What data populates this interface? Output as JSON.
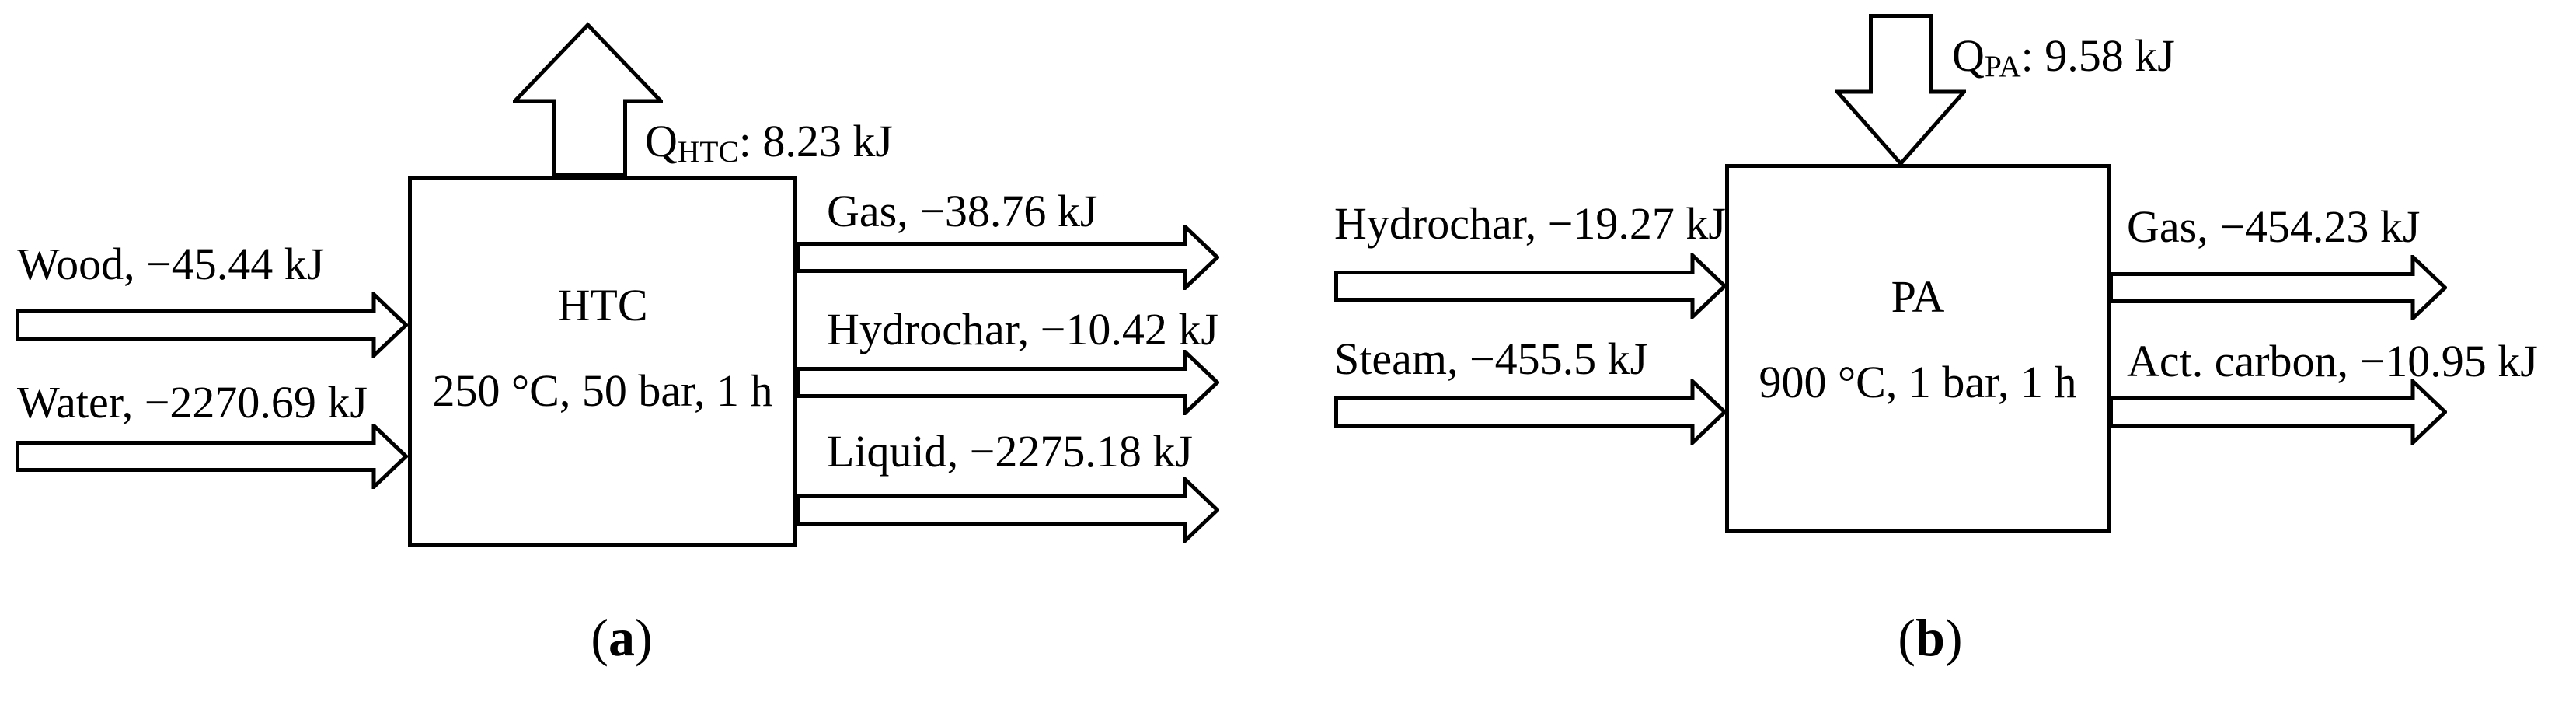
{
  "figure": {
    "type": "process-energy-balance-diagram",
    "background_color": "#ffffff",
    "ink_color": "#000000"
  },
  "diagrams": [
    {
      "id": "a",
      "caption": {
        "open": "(",
        "letter": "a",
        "close": ")"
      },
      "box": {
        "title": "HTC",
        "conditions": "250 °C, 50 bar, 1 h"
      },
      "heat": {
        "direction": "up",
        "symbol": "Q",
        "subscript": "HTC",
        "amount": ": 8.23 kJ"
      },
      "inputs": [
        {
          "label": "Wood, −45.44 kJ"
        },
        {
          "label": "Water, −2270.69 kJ"
        }
      ],
      "outputs": [
        {
          "label": "Gas, −38.76 kJ"
        },
        {
          "label": "Hydrochar, −10.42 kJ"
        },
        {
          "label": "Liquid, −2275.18 kJ"
        }
      ]
    },
    {
      "id": "b",
      "caption": {
        "open": "(",
        "letter": "b",
        "close": ")"
      },
      "box": {
        "title": "PA",
        "conditions": "900 °C, 1  bar, 1 h"
      },
      "heat": {
        "direction": "down",
        "symbol": "Q",
        "subscript": "PA",
        "amount": ": 9.58 kJ"
      },
      "inputs": [
        {
          "label": "Hydrochar, −19.27 kJ"
        },
        {
          "label": "Steam, −455.5 kJ"
        }
      ],
      "outputs": [
        {
          "label": "Gas, −454.23 kJ"
        },
        {
          "label": "Act. carbon, −10.95 kJ"
        }
      ]
    }
  ]
}
